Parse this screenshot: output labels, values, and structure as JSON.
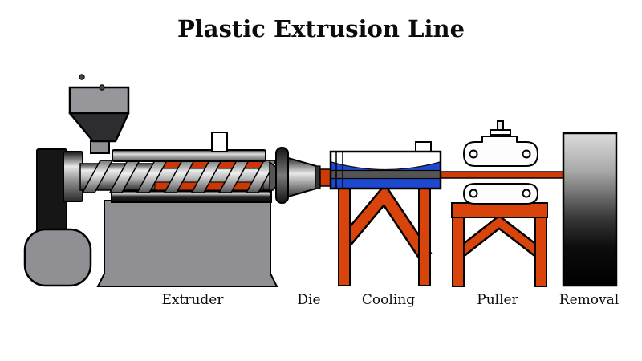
{
  "title": "Plastic Extrusion Line",
  "labels": {
    "extruder": "Extruder",
    "die": "Die",
    "cooling": "Cooling",
    "puller": "Puller",
    "removal": "Removal"
  },
  "colors": {
    "stand_orange": "#d9440d",
    "strand_orange": "#cf3a07",
    "heater_orange": "#c8380a",
    "water_blue": "#1d49d0",
    "machine_gray": "#8f8f94",
    "hopper_dark_gray": "#2c2c31",
    "motor_black": "#161616",
    "background": "#ffffff"
  }
}
